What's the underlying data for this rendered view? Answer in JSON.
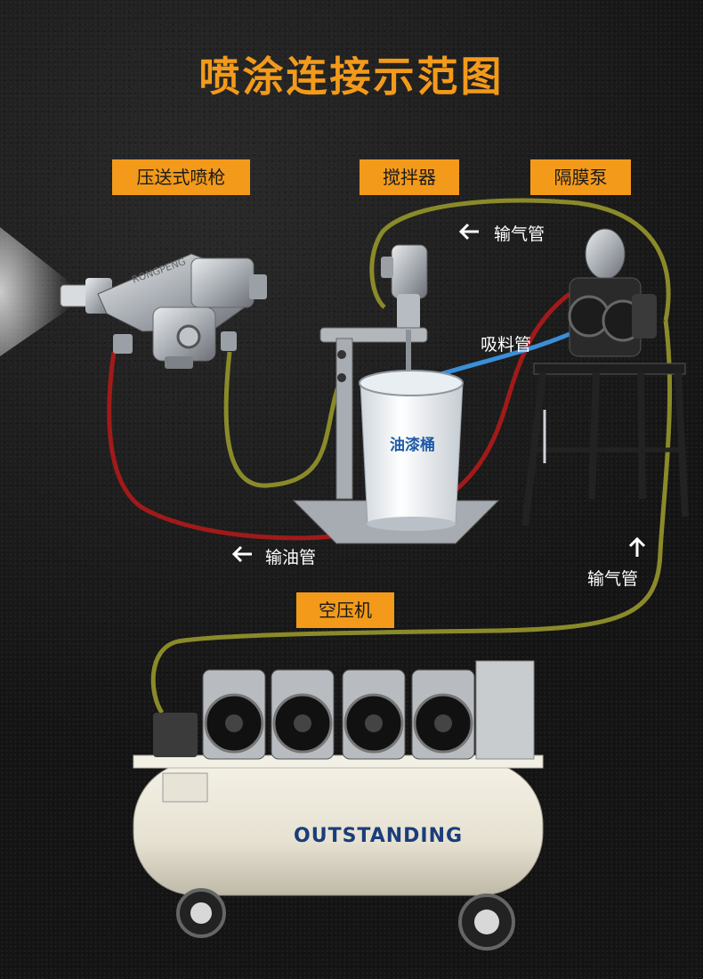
{
  "title": "喷涂连接示范图",
  "labels": {
    "spray_gun": "压送式喷枪",
    "mixer": "搅拌器",
    "diaphragm_pump": "隔膜泵",
    "compressor": "空压机"
  },
  "pipes": {
    "air_pipe_top": "输气管",
    "suction_pipe": "吸料管",
    "oil_pipe": "输油管",
    "air_pipe_right": "输气管"
  },
  "bucket_label": "油漆桶",
  "brand": "OUTSTANDING",
  "gun_engraving": "RONGPENG",
  "colors": {
    "accent": "#f39a1b",
    "air_hose": "#8a8a2a",
    "oil_hose": "#a11a1a",
    "suction_hose": "#3a8fd8"
  }
}
